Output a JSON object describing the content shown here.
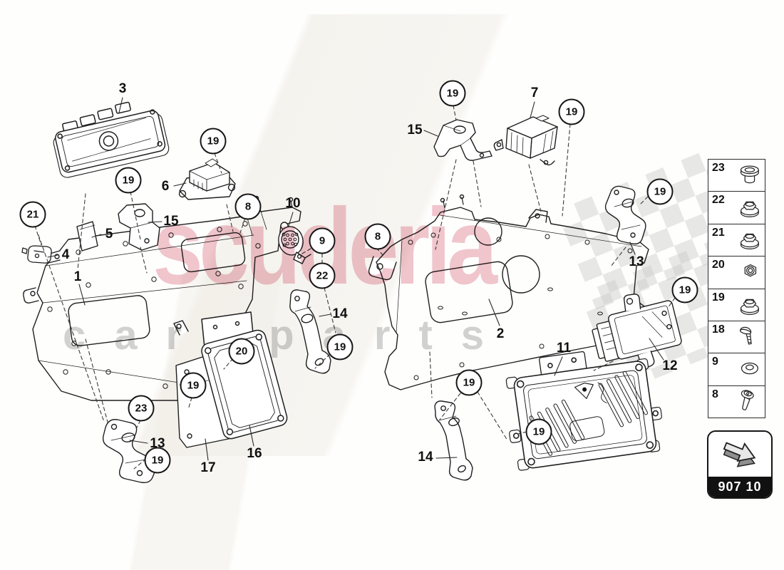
{
  "watermark": {
    "brand": "scuderia",
    "tagline": "car parts",
    "brand_color": "#cb344e",
    "tagline_color": "#bdbdbd"
  },
  "callouts": [
    "21",
    "19",
    "19",
    "8",
    "19",
    "19",
    "8",
    "9",
    "22",
    "19",
    "19",
    "23",
    "19",
    "20",
    "19",
    "19",
    "19",
    "19"
  ],
  "part_labels": [
    "3",
    "6",
    "15",
    "5",
    "4",
    "1",
    "10",
    "14",
    "2",
    "15",
    "7",
    "13",
    "12",
    "11",
    "16",
    "17",
    "13",
    "14"
  ],
  "legend": {
    "rows": [
      {
        "number": "23",
        "icon": "bushing-icon"
      },
      {
        "number": "22",
        "icon": "flange-nut-icon"
      },
      {
        "number": "21",
        "icon": "flange-nut-icon"
      },
      {
        "number": "20",
        "icon": "hex-nut-icon"
      },
      {
        "number": "19",
        "icon": "flange-nut-icon"
      },
      {
        "number": "18",
        "icon": "round-head-screw-icon"
      },
      {
        "number": "9",
        "icon": "washer-icon"
      },
      {
        "number": "8",
        "icon": "flange-screw-icon"
      }
    ]
  },
  "badge": {
    "code": "907 10",
    "icon": "direction-arrow-icon"
  }
}
